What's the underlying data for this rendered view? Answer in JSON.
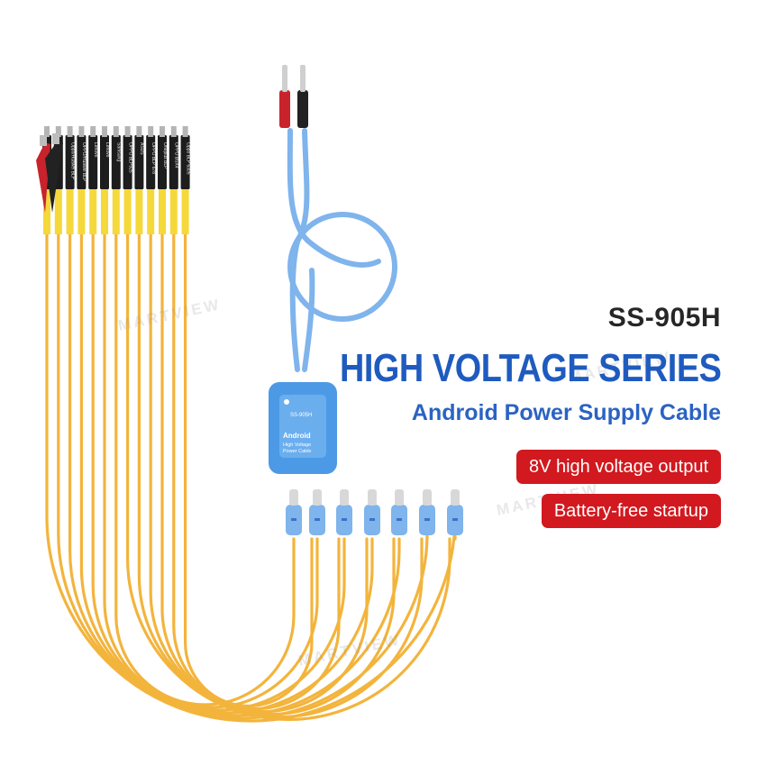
{
  "product": {
    "model": "SS-905H",
    "series": "HIGH VOLTAGE SERIES",
    "subtitle": "Android Power Supply Cable"
  },
  "features": [
    "8V high voltage output",
    "Battery-free startup"
  ],
  "module": {
    "label": "Android",
    "lines": [
      "High Voltage",
      "Power Cable"
    ],
    "model": "SS-905H"
  },
  "connector_labels": [
    "Oppo/Huawei BLP",
    "OPPO/Huawei BLP",
    "Lenovo",
    "Lenovo",
    "Samsung",
    "OPPO BLP925",
    "ASUS",
    "OPPO BLP 678",
    "Oneplus BLP",
    "OPPO BSX4",
    "Oppo BLP 6305"
  ],
  "watermark": "MARTVIEW",
  "colors": {
    "cable_orange": "#f3b43c",
    "cable_blue": "#7fb4ec",
    "module_blue": "#4c9ae6",
    "title_blue": "#1f5bbf",
    "badge_red": "#d1191f",
    "plug_red": "#c8232c",
    "plug_black": "#222222"
  }
}
